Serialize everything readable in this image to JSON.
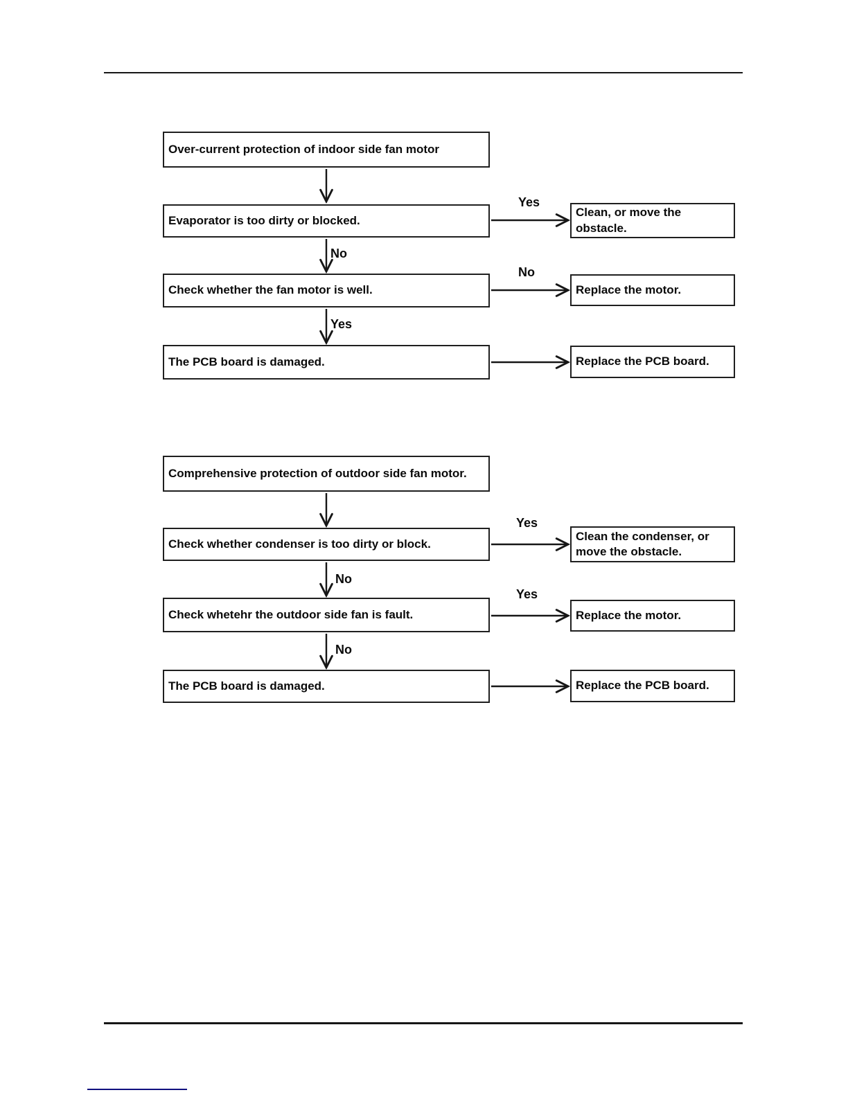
{
  "colors": {
    "ink": "#0a0a0a",
    "box_border": "#1f1f1f",
    "rule": "#161616",
    "footer_rule": "#10107e",
    "background": "#ffffff"
  },
  "chart1": {
    "title": "Over-current protection of indoor side fan motor",
    "step_evaporator": "Evaporator is too dirty or blocked.",
    "branch1_label": "Yes",
    "action_clean": "Clean, or move the obstacle.",
    "down1_label": "No",
    "step_fan_motor": "Check whether the fan motor is well.",
    "branch2_label": "No",
    "action_replace_motor": "Replace the motor.",
    "down2_label": "Yes",
    "step_pcb": "The PCB board is damaged.",
    "action_replace_pcb": "Replace the PCB board."
  },
  "chart2": {
    "title": "Comprehensive protection of outdoor side fan motor.",
    "step_condenser": "Check whether condenser is too dirty or block.",
    "branch1_label": "Yes",
    "action_clean": "Clean the condenser, or move the obstacle.",
    "down1_label": "No",
    "step_outdoor_fan": "Check whetehr the outdoor side fan is fault.",
    "branch2_label": "Yes",
    "action_replace_motor": "Replace the motor.",
    "down2_label": "No",
    "step_pcb": "The PCB board is damaged.",
    "action_replace_pcb": "Replace the PCB board."
  }
}
